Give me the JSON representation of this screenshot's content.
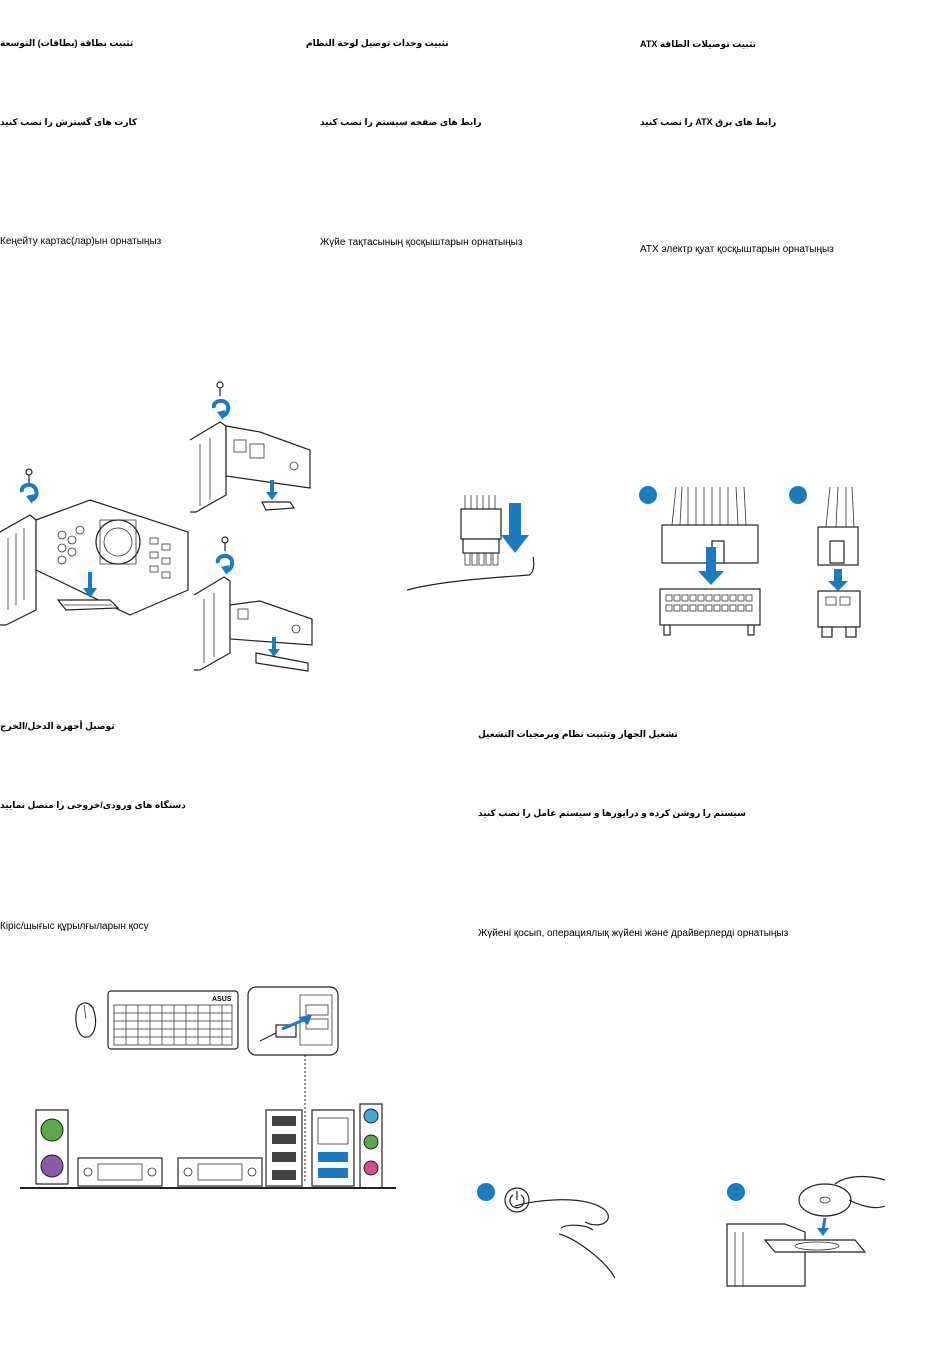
{
  "sections": {
    "expansion": {
      "arabic": "تثبيت بطاقة (بطاقات) التوسعة",
      "persian": "کارت های گسترش را نصب کنید",
      "kazakh": "Кеңейту картас(лар)ын орнатыңыз"
    },
    "system_panel": {
      "arabic": "تثبيت وحدات توصيل لوحة النظام",
      "persian": "رابط های صفحه سیستم را نصب کنید",
      "kazakh": "Жүйе тақтасының қосқыштарын орнатыңыз"
    },
    "atx_power": {
      "arabic": "تثبيت توصيلات الطاقة ATX",
      "persian": "رابط های برق ATX را نصب کنید",
      "kazakh": "ATX электр қуат қосқыштарын орнатыңыз"
    },
    "io_devices": {
      "arabic": "توصيل أجهزة الدخل/الخرج",
      "persian": "دستگاه های ورودی/خروجی را متصل نمایید",
      "kazakh": "Кіріс/шығыс құрылғыларын қосу"
    },
    "power_on": {
      "arabic": "تشغيل الجهاز وتثبيت نظام وبرمجيات التشغيل",
      "persian": "سیستم را روشن کرده و درایورها و سیستم عامل را نصب کنید",
      "kazakh": "Жүйені қосып, операциялық жүйені және драйверлерді орнатыңыз"
    }
  },
  "illustrations": {
    "keyboard_brand": "ASUS"
  },
  "colors": {
    "arrow_blue": "#1a7bbf",
    "ps2_mouse_green": "#5aa84a",
    "ps2_keyboard_purple": "#8a5aa8",
    "audio_blue": "#3fa8d8",
    "audio_green": "#5aa84a",
    "audio_pink": "#d84a8a"
  }
}
